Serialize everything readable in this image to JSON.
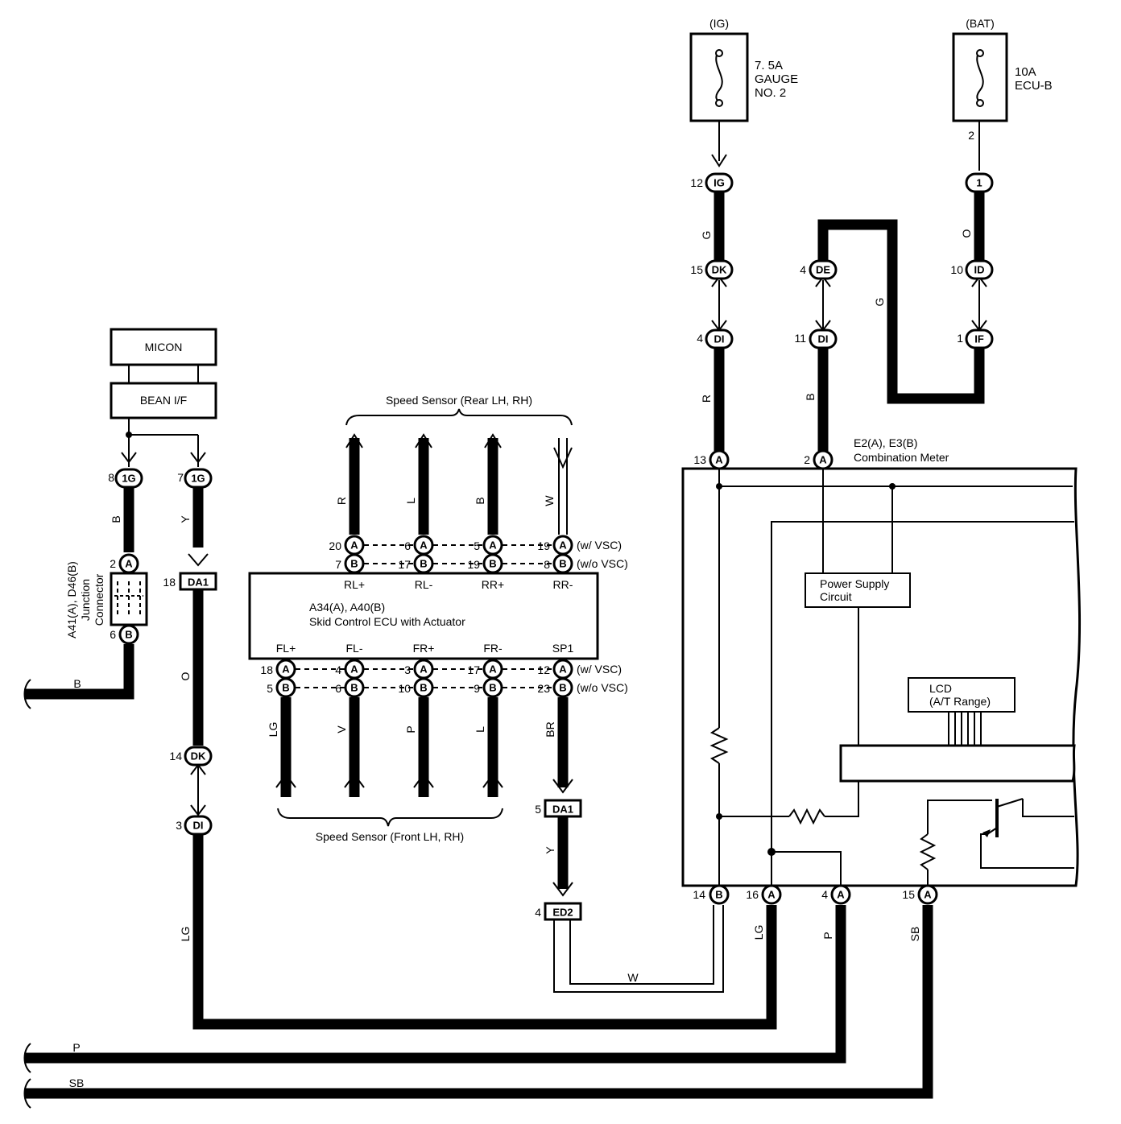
{
  "labels": {
    "fuse_ig_title": "(IG)",
    "fuse_ig_l1": "7. 5A",
    "fuse_ig_l2": "GAUGE",
    "fuse_ig_l3": "NO. 2",
    "fuse_bat_title": "(BAT)",
    "fuse_bat_l1": "10A",
    "fuse_bat_l2": "ECU-B",
    "micon": "MICON",
    "bean": "BEAN I/F",
    "jc_l1": "A41(A), D46(B)",
    "jc_l2": "Junction",
    "jc_l3": "Connector",
    "ecu_l1": "A34(A), A40(B)",
    "ecu_l2": "Skid Control ECU with Actuator",
    "rear_sensor": "Speed Sensor (Rear LH,  RH)",
    "front_sensor": "Speed Sensor (Front LH,  RH)",
    "meter_l1": "E2(A), E3(B)",
    "meter_l2": "Combination Meter",
    "psu_l1": "Power Supply",
    "psu_l2": "Circuit",
    "lcd_l1": "LCD",
    "lcd_l2": "(A/T Range)",
    "w_vsc": "(w/ VSC)",
    "wo_vsc": "(w/o VSC)",
    "ecu_top": [
      "RL+",
      "RL-",
      "RR+",
      "RR-"
    ],
    "ecu_bot": [
      "FL+",
      "FL-",
      "FR+",
      "FR-",
      "SP1"
    ]
  },
  "wire_colors": {
    "ig_g": "G",
    "ig_r": "R",
    "de_b": "B",
    "de_g": "G",
    "bat_o": "O",
    "b_8": "B",
    "y_7": "Y",
    "o_da1": "O",
    "lg_di": "LG",
    "b_jc": "B",
    "rl_p": "R",
    "rl_m": "L",
    "rr_p": "B",
    "rr_m": "W",
    "fl_p": "LG",
    "fl_m": "V",
    "fr_p": "P",
    "fr_m": "L",
    "sp1": "BR",
    "y_da1": "Y",
    "w_ed2": "W",
    "lg_16": "LG",
    "p_4": "P",
    "sb_15": "SB",
    "p_bottom": "P",
    "sb_bottom": "SB"
  },
  "pins": {
    "p12": "12",
    "p15": "15",
    "p4a": "4",
    "p13": "13",
    "p4b": "4",
    "p11": "11",
    "p2m": "2",
    "p2bat": "2",
    "p10": "10",
    "p1": "1",
    "p8": "8",
    "p7": "7",
    "p2jc": "2",
    "p6jc": "6",
    "p18": "18",
    "p14dk": "14",
    "p3di": "3",
    "top_a": [
      "20",
      "6",
      "5",
      "19"
    ],
    "top_b": [
      "7",
      "17",
      "19",
      "8"
    ],
    "bot_a": [
      "18",
      "4",
      "3",
      "17",
      "12"
    ],
    "bot_b": [
      "5",
      "6",
      "10",
      "9",
      "23"
    ],
    "p5da1": "5",
    "p4ed2": "4",
    "m14": "14",
    "m16": "16",
    "m4": "4",
    "m15": "15"
  },
  "connectors": {
    "ig": "IG",
    "dk1": "DK",
    "di1": "DI",
    "a13": "A",
    "de": "DE",
    "di2": "DI",
    "a2": "A",
    "c1": "1",
    "id": "ID",
    "if": "IF",
    "g1a": "1G",
    "g1b": "1G",
    "jc_a": "A",
    "jc_b": "B",
    "da1_left": "DA1",
    "dk2": "DK",
    "di3": "DI",
    "conn_a": "A",
    "conn_b": "B",
    "da1_right": "DA1",
    "ed2": "ED2",
    "mb14": "B",
    "ma16": "A",
    "ma4": "A",
    "ma15": "A"
  }
}
